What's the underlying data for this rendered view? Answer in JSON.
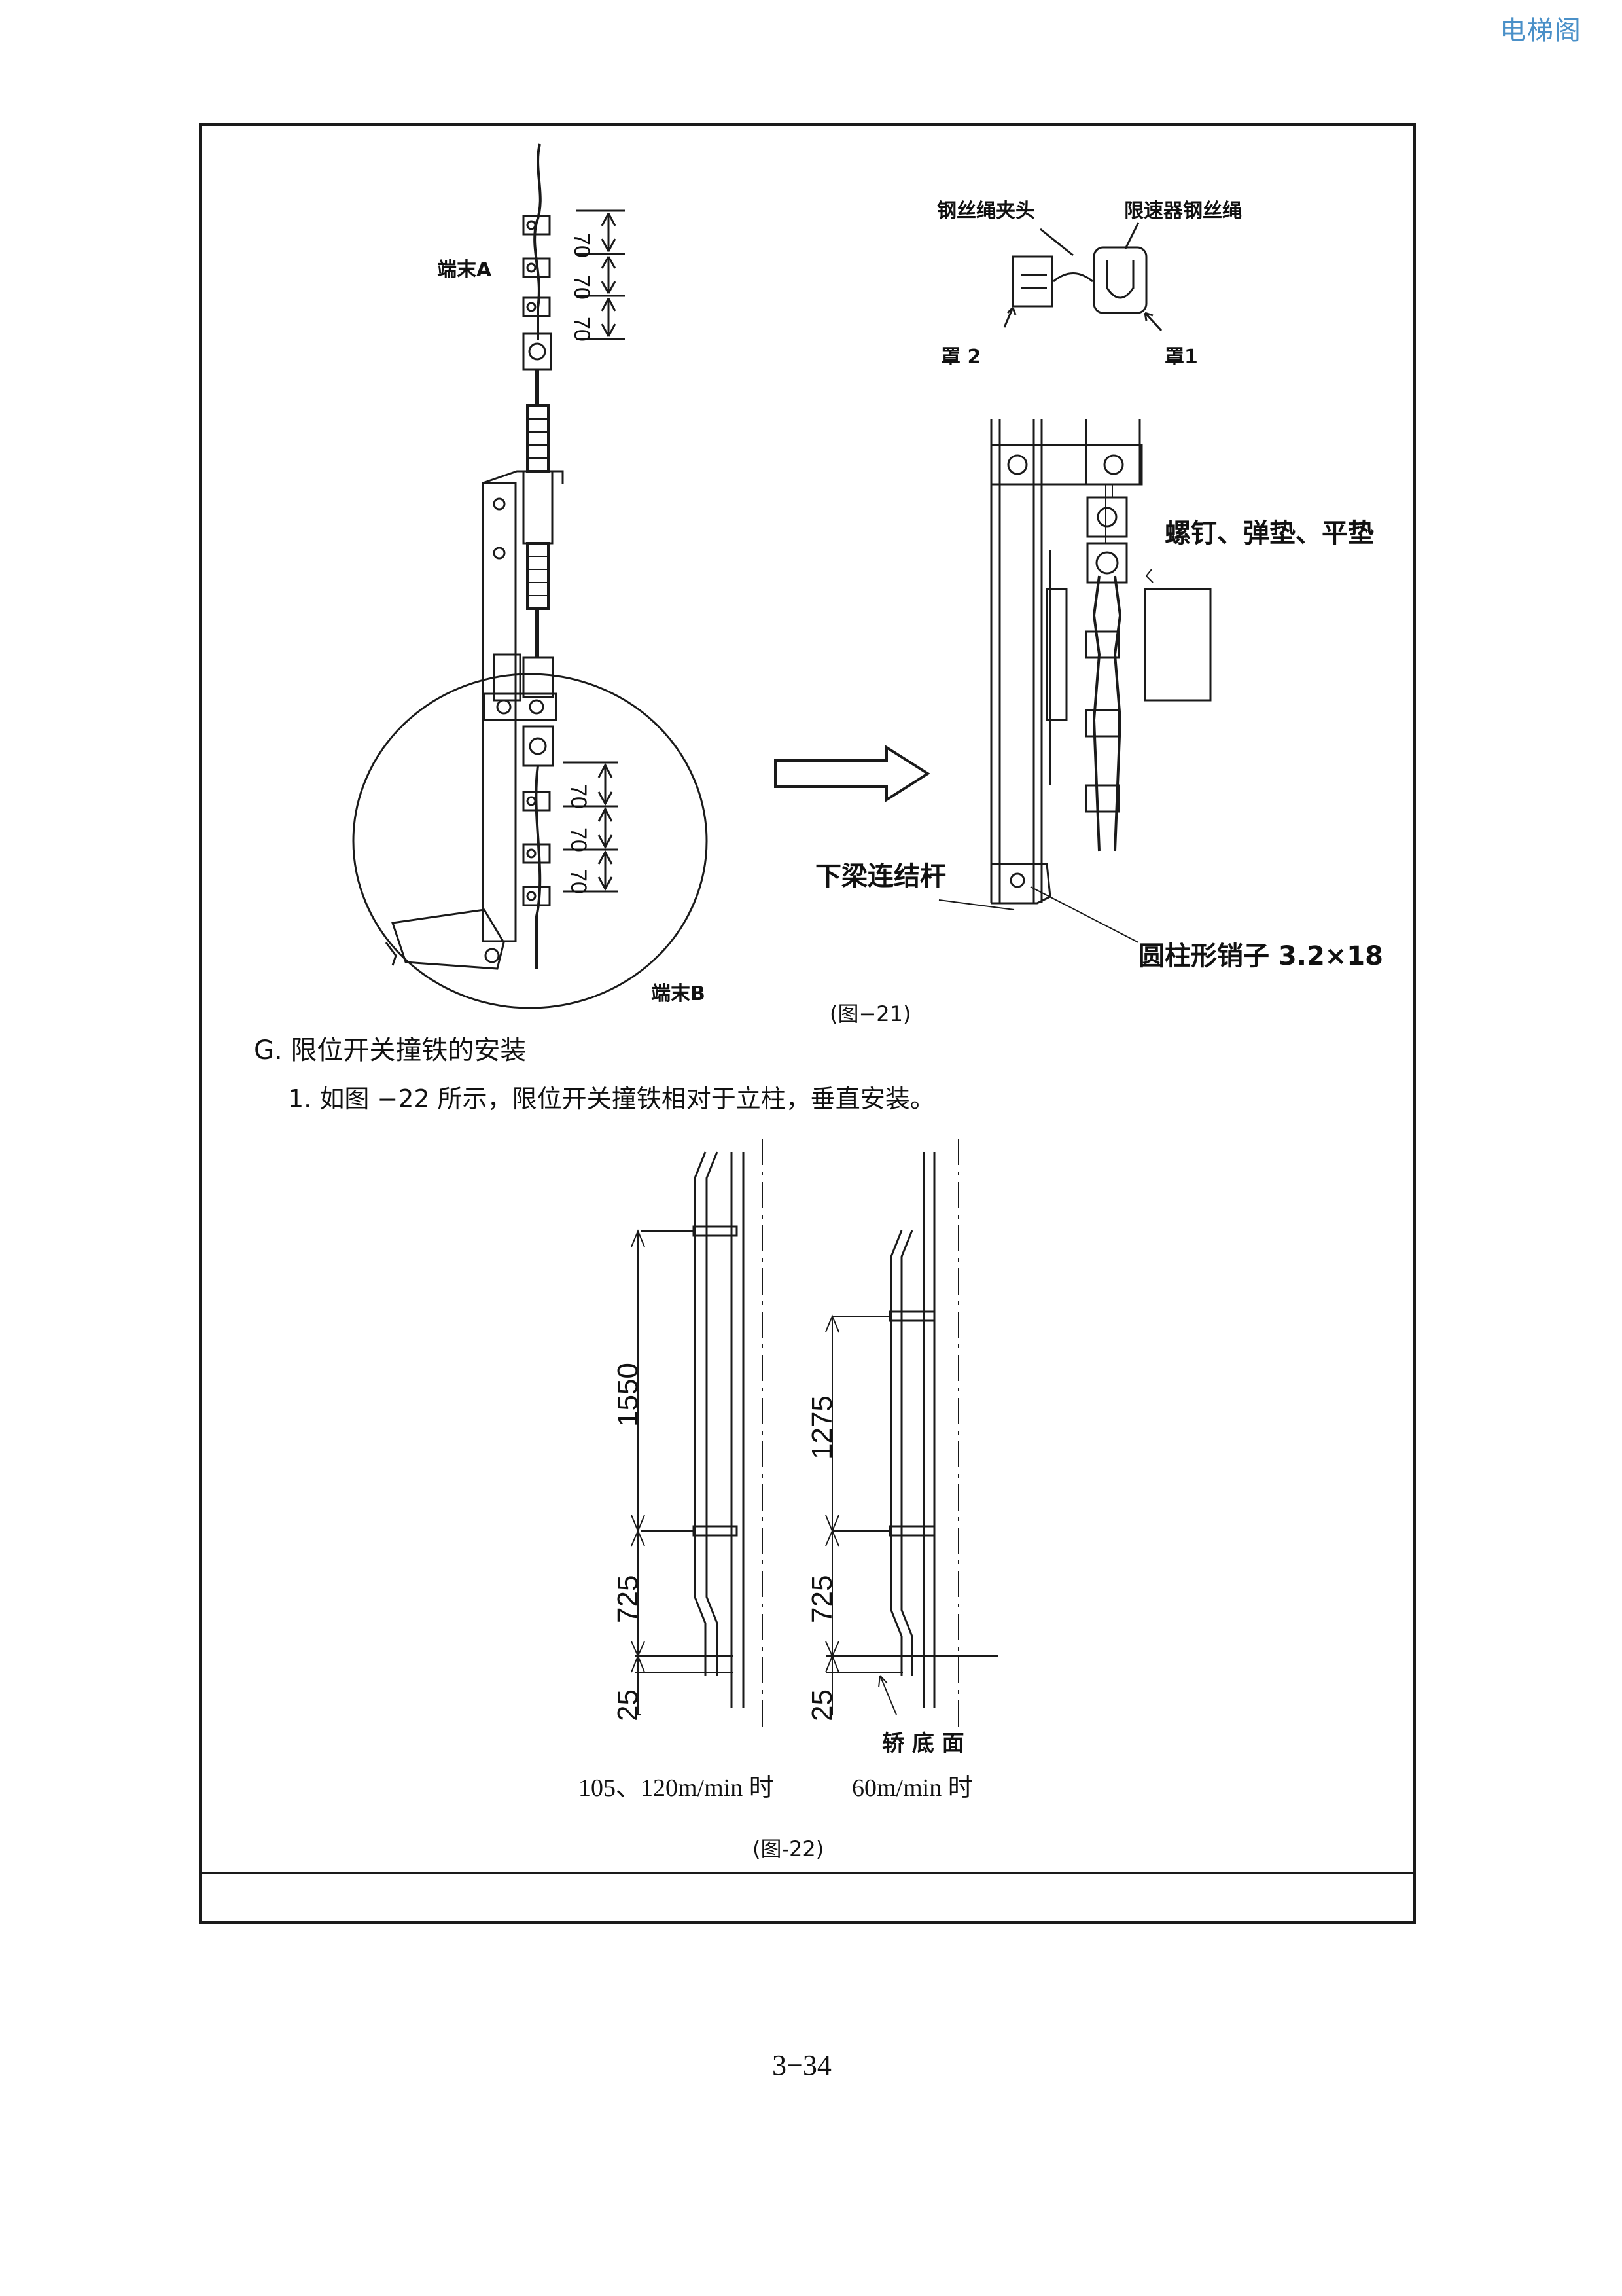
{
  "watermark": "电梯阁",
  "fig21": {
    "label_end_a": "端末A",
    "label_end_b": "端末B",
    "spacing_values": [
      "70",
      "70",
      "70"
    ],
    "label_clip": "钢丝绳夹头",
    "label_rope": "限速器钢丝绳",
    "label_cover2": "罩 2",
    "label_cover1": "罩1",
    "label_bolts": "螺钉、弹垫、平垫",
    "label_link": "下梁连结杆",
    "label_pin": "圆柱形销子 3.2×18",
    "caption": "(图−21)"
  },
  "section": {
    "heading": "G. 限位开关撞铁的安装",
    "paragraph": "1. 如图 −22 所示，限位开关撞铁相对于立柱，垂直安装。"
  },
  "fig22": {
    "left_dims": [
      "1550",
      "725",
      "25"
    ],
    "right_dims": [
      "1275",
      "725",
      "25"
    ],
    "label_car_floor": "轿 底 面",
    "speed_left": "105、120m/min 时",
    "speed_right": "60m/min 时",
    "caption": "(图-22)"
  },
  "page_number": "3−34"
}
